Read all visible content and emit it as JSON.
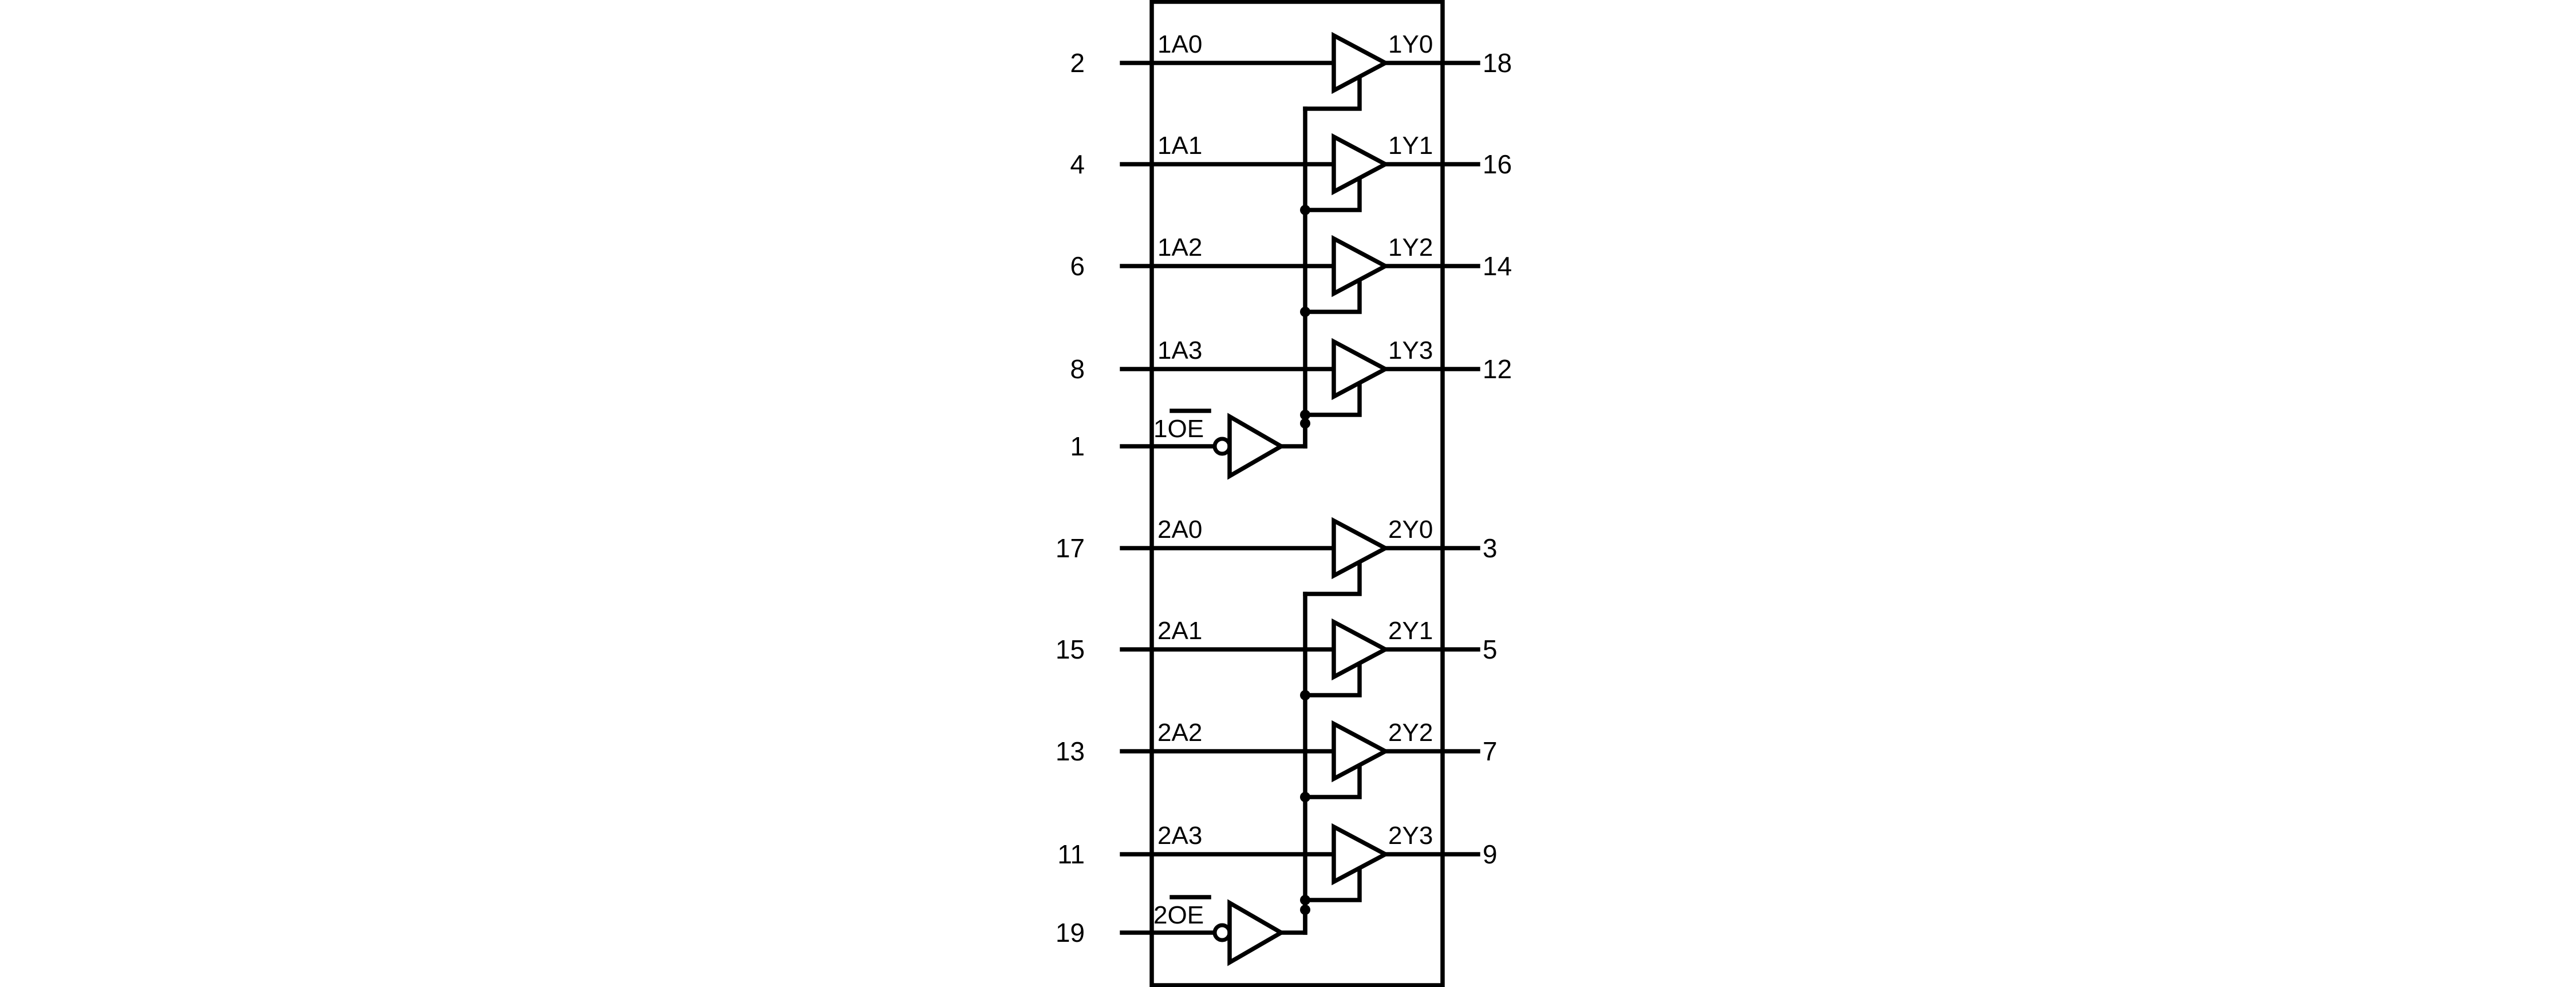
{
  "colors": {
    "line": "#000000",
    "background": "#ffffff"
  },
  "groups": [
    {
      "id": "1",
      "enable": {
        "label_prefix": "1",
        "label_bar": "OE",
        "pin": "1"
      },
      "channels": [
        {
          "input_label": "1A0",
          "input_pin": "2",
          "output_label": "1Y0",
          "output_pin": "18"
        },
        {
          "input_label": "1A1",
          "input_pin": "4",
          "output_label": "1Y1",
          "output_pin": "16"
        },
        {
          "input_label": "1A2",
          "input_pin": "6",
          "output_label": "1Y2",
          "output_pin": "14"
        },
        {
          "input_label": "1A3",
          "input_pin": "8",
          "output_label": "1Y3",
          "output_pin": "12"
        }
      ]
    },
    {
      "id": "2",
      "enable": {
        "label_prefix": "2",
        "label_bar": "OE",
        "pin": "19"
      },
      "channels": [
        {
          "input_label": "2A0",
          "input_pin": "17",
          "output_label": "2Y0",
          "output_pin": "3"
        },
        {
          "input_label": "2A1",
          "input_pin": "15",
          "output_label": "2Y1",
          "output_pin": "5"
        },
        {
          "input_label": "2A2",
          "input_pin": "13",
          "output_label": "2Y2",
          "output_pin": "7"
        },
        {
          "input_label": "2A3",
          "input_pin": "11",
          "output_label": "2Y3",
          "output_pin": "9"
        }
      ]
    }
  ]
}
